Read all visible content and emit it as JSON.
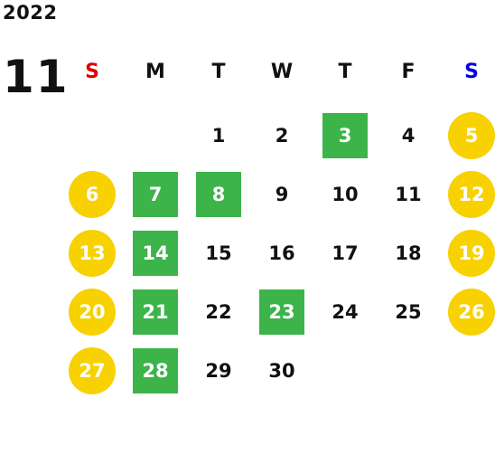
{
  "calendar": {
    "year": "2022",
    "month": "11",
    "weekdays": [
      "S",
      "M",
      "T",
      "W",
      "T",
      "F",
      "S"
    ],
    "colors": {
      "sunday_header": "#e00000",
      "saturday_header": "#0000e0",
      "highlight_green": "#3cb44a",
      "highlight_yellow": "#f7d100"
    },
    "weeks": [
      [
        {
          "d": "",
          "s": "plain"
        },
        {
          "d": "",
          "s": "plain"
        },
        {
          "d": "1",
          "s": "plain"
        },
        {
          "d": "2",
          "s": "plain"
        },
        {
          "d": "3",
          "s": "green"
        },
        {
          "d": "4",
          "s": "plain"
        },
        {
          "d": "5",
          "s": "yellow"
        }
      ],
      [
        {
          "d": "6",
          "s": "yellow"
        },
        {
          "d": "7",
          "s": "green"
        },
        {
          "d": "8",
          "s": "green"
        },
        {
          "d": "9",
          "s": "plain"
        },
        {
          "d": "10",
          "s": "plain"
        },
        {
          "d": "11",
          "s": "plain"
        },
        {
          "d": "12",
          "s": "yellow"
        }
      ],
      [
        {
          "d": "13",
          "s": "yellow"
        },
        {
          "d": "14",
          "s": "green"
        },
        {
          "d": "15",
          "s": "plain"
        },
        {
          "d": "16",
          "s": "plain"
        },
        {
          "d": "17",
          "s": "plain"
        },
        {
          "d": "18",
          "s": "plain"
        },
        {
          "d": "19",
          "s": "yellow"
        }
      ],
      [
        {
          "d": "20",
          "s": "yellow"
        },
        {
          "d": "21",
          "s": "green"
        },
        {
          "d": "22",
          "s": "plain"
        },
        {
          "d": "23",
          "s": "green"
        },
        {
          "d": "24",
          "s": "plain"
        },
        {
          "d": "25",
          "s": "plain"
        },
        {
          "d": "26",
          "s": "yellow"
        }
      ],
      [
        {
          "d": "27",
          "s": "yellow"
        },
        {
          "d": "28",
          "s": "green"
        },
        {
          "d": "29",
          "s": "plain"
        },
        {
          "d": "30",
          "s": "plain"
        },
        {
          "d": "",
          "s": "plain"
        },
        {
          "d": "",
          "s": "plain"
        },
        {
          "d": "",
          "s": "plain"
        }
      ]
    ]
  }
}
